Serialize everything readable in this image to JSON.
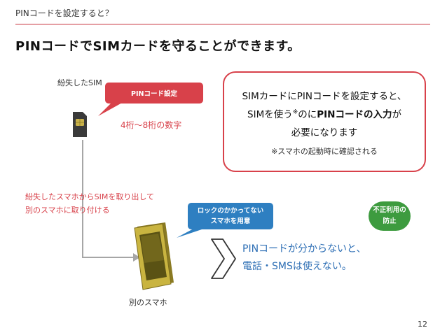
{
  "header": {
    "title": "PINコードを設定すると？"
  },
  "main": {
    "title": "PINコードでSIMカードを守ることができます。"
  },
  "lost_sim": {
    "label": "紛失したSIM"
  },
  "pin_callout": {
    "text": "PINコード設定"
  },
  "digits": {
    "text": "4桁〜8桁の数字"
  },
  "info_box": {
    "line1": "SIMカードにPINコードを設定すると、",
    "line2_prefix": "SIMを使う",
    "line2_sup": "※",
    "line2_mid": "のに",
    "line2_bold": "PINコードの入力",
    "line2_suffix": "が",
    "line3": "必要になります",
    "note": "※スマホの起動時に確認される"
  },
  "scenario": {
    "line1": "紛失したスマホからSIMを取り出して",
    "line2": "別のスマホに取り付ける"
  },
  "blue_callout": {
    "line1": "ロックのかかってない",
    "line2": "スマホを用意"
  },
  "badge": {
    "line1": "不正利用の",
    "line2": "防止"
  },
  "result": {
    "line1": "PINコードが分からないと、",
    "line2": "電話・SMSは使えない。"
  },
  "phone": {
    "label": "別のスマホ"
  },
  "page": {
    "number": "12"
  },
  "colors": {
    "accent_red": "#d8414a",
    "accent_blue": "#2e7fc1",
    "accent_green": "#3d9b3f",
    "phone_gold": "#b8a43c"
  }
}
